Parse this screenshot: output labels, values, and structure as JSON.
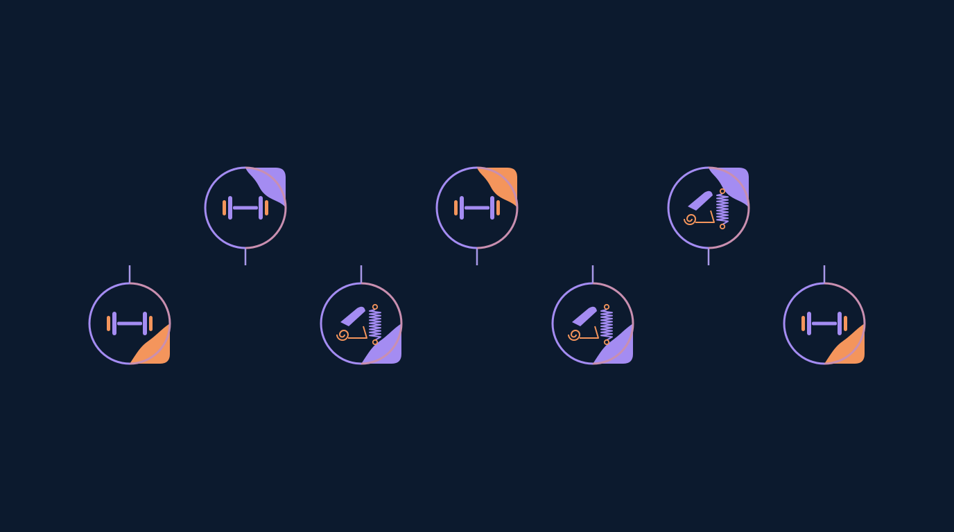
{
  "colors": {
    "background": "#0c1a2e",
    "purple": "#a48cf2",
    "orange": "#f4955c"
  },
  "timeline": {
    "nodes": [
      {
        "icon": "dumbbell-icon",
        "side": "below",
        "corner": "bottom-right",
        "corner_color": "orange"
      },
      {
        "icon": "dumbbell-icon",
        "side": "above",
        "corner": "top-right",
        "corner_color": "purple"
      },
      {
        "icon": "yoga-mat-spring-icon",
        "side": "below",
        "corner": "bottom-right",
        "corner_color": "purple"
      },
      {
        "icon": "dumbbell-icon",
        "side": "above",
        "corner": "top-right",
        "corner_color": "orange"
      },
      {
        "icon": "yoga-mat-spring-icon",
        "side": "below",
        "corner": "bottom-right",
        "corner_color": "purple"
      },
      {
        "icon": "yoga-mat-spring-icon",
        "side": "above",
        "corner": "top-right",
        "corner_color": "purple"
      },
      {
        "icon": "dumbbell-icon",
        "side": "below",
        "corner": "bottom-right",
        "corner_color": "orange"
      }
    ]
  }
}
